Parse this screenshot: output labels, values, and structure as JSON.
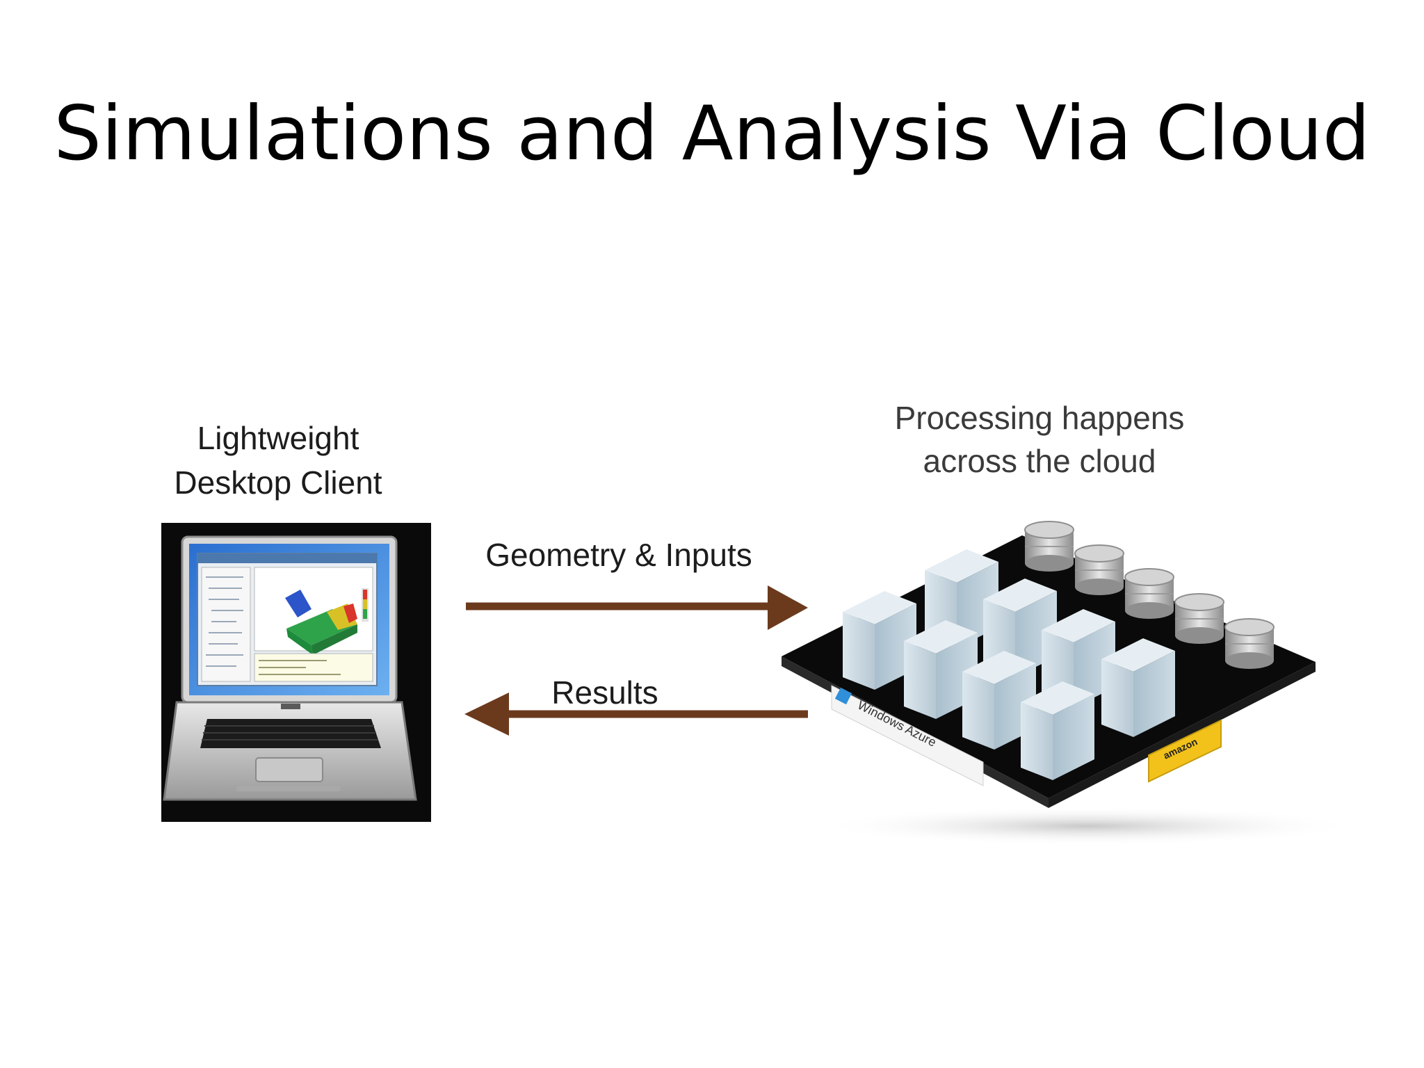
{
  "slide": {
    "title": "Simulations and Analysis Via Cloud"
  },
  "diagram": {
    "client_caption_line1": "Lightweight",
    "client_caption_line2": "Desktop Client",
    "cloud_caption_line1": "Processing happens",
    "cloud_caption_line2": "across the cloud",
    "arrow_forward_label": "Geometry & Inputs",
    "arrow_back_label": "Results",
    "platform_logo_left": "Windows Azure",
    "platform_logo_right": "amazon"
  },
  "colors": {
    "arrow": "#6b3a1d",
    "server": "#b9ccd8",
    "platform": "#0a0a0a",
    "laptop_frame": "#0a0a0a"
  }
}
